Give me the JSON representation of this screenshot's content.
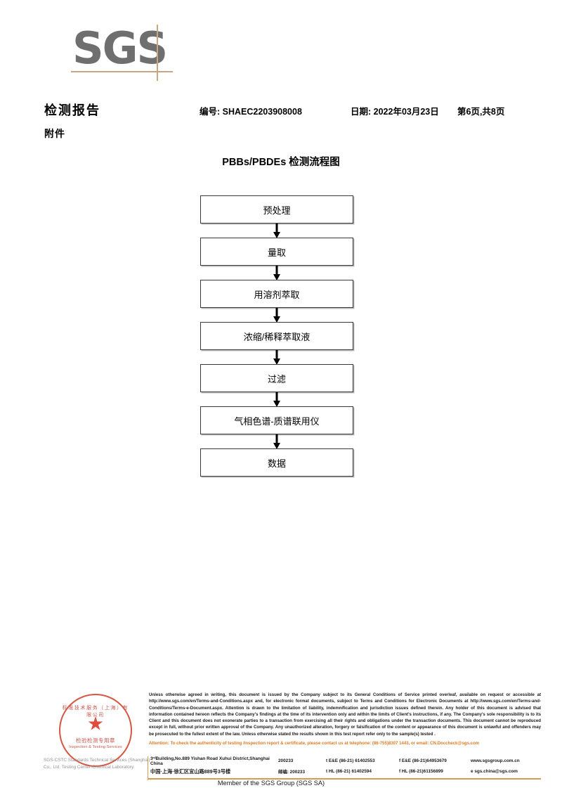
{
  "logo": {
    "text": "SGS",
    "rule_color": "#c8a780",
    "text_color": "#6f6f6f"
  },
  "header": {
    "report_title": "检测报告",
    "attachment_label": "附件",
    "report_no": "编号: SHAEC2203908008",
    "date": "日期: 2022年03月23日",
    "page": "第6页,共8页"
  },
  "flowchart": {
    "title": "PBBs/PBDEs 检测流程图",
    "steps": [
      {
        "label": "预处理"
      },
      {
        "label": "量取"
      },
      {
        "label": "用溶剂萃取"
      },
      {
        "label": "浓缩/稀释萃取液"
      },
      {
        "label": "过滤"
      },
      {
        "label": "气相色谱-质谱联用仪"
      },
      {
        "label": "数据"
      }
    ]
  },
  "footer": {
    "stamp": {
      "arc_top": "标准技术服务（上海）有限公司",
      "star": "★",
      "line_cn": "检验检测专用章",
      "line_en": "Inspection & Testing Services",
      "company": "SGS-CSTC Standards Technical Services (Shanghai) Co., Ltd. Testing Center-Chemical Laboratory.",
      "color": "#c0392b"
    },
    "disclaimer": "Unless otherwise agreed in writing, this document is issued by the Company subject to its General Conditions of Service printed overleaf, available on request or accessible at http://www.sgs.com/en/Terms-and-Conditions.aspx and, for electronic format documents, subject to Terms and Conditions for Electronic Documents at http://www.sgs.com/en/Terms-and-Conditions/Terms-e-Document.aspx. Attention is drawn to the limitation of liability, indemnification and jurisdiction issues defined therein. Any holder of this document is advised that information contained hereon reflects the Company's findings at the time of its intervention only and within the limits of Client's instructions, if any. The Company's sole responsibility is to its Client and this document does not exonerate parties to a transaction from exercising all their rights and obligations under the transaction documents. This document cannot be reproduced except in full, without prior written approval of the Company. Any unauthorized alteration, forgery or falsification of the content or appearance of this document is unlawful and offenders may be prosecuted to the fullest extent of the law. Unless otherwise stated the results shown in this test report refer only to the sample(s) tested .",
    "attention": "Attention: To check the authenticity of testing /inspection report & certificate, please contact us at telephone: (86-755)8307 1443, or email: CN.Doccheck@sgs.com",
    "attention_color": "#e07b20",
    "address_en": "3ʳᵈBuilding,No.889 Yishan Road Xuhui District,Shanghai China",
    "zip_en": "200233",
    "tel_en_1": "t E&E (86-21) 61402553",
    "tel_en_2": "f E&E (86-21)64953679",
    "web": "www.sgsgroup.com.cn",
    "address_cn": "中国·上海·徐汇区宜山路889号3号楼",
    "zip_cn": "邮编: 200233",
    "tel_cn_1": "t HL (86-21) 61402594",
    "tel_cn_2": "f HL (86-21)61156899",
    "email": "e sgs.china@sgs.com",
    "member_line": "Member of the SGS Group (SGS SA)",
    "rule_color": "#d89a4e"
  }
}
